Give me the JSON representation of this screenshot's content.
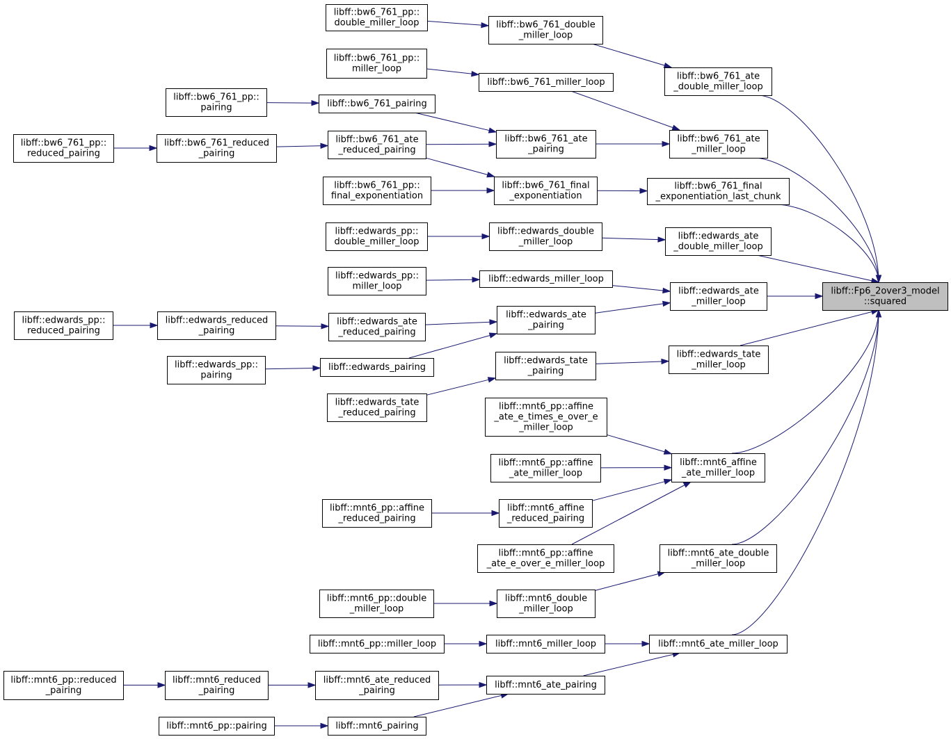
{
  "graph": {
    "title": "",
    "nodes": [
      {
        "id": "root",
        "lines": [
          "libff::Fp6_2over3_model",
          "::squared"
        ],
        "root": true
      },
      {
        "id": "bw_ate_dml",
        "lines": [
          "libff::bw6_761_ate",
          "_double_miller_loop"
        ]
      },
      {
        "id": "bw_ate_ml",
        "lines": [
          "libff::bw6_761_ate",
          "_miller_loop"
        ]
      },
      {
        "id": "bw_fe_last",
        "lines": [
          "libff::bw6_761_final",
          "_exponentiation_last_chunk"
        ]
      },
      {
        "id": "ed_ate_dml",
        "lines": [
          "libff::edwards_ate",
          "_double_miller_loop"
        ]
      },
      {
        "id": "ed_ate_ml",
        "lines": [
          "libff::edwards_ate",
          "_miller_loop"
        ]
      },
      {
        "id": "ed_tate_ml",
        "lines": [
          "libff::edwards_tate",
          "_miller_loop"
        ]
      },
      {
        "id": "mnt6_aff_ml",
        "lines": [
          "libff::mnt6_affine",
          "_ate_miller_loop"
        ]
      },
      {
        "id": "mnt6_ate_dml",
        "lines": [
          "libff::mnt6_ate_double",
          "_miller_loop"
        ]
      },
      {
        "id": "mnt6_ate_ml",
        "lines": [
          "libff::mnt6_ate_miller_loop"
        ]
      },
      {
        "id": "bw_dml",
        "lines": [
          "libff::bw6_761_double",
          "_miller_loop"
        ]
      },
      {
        "id": "bw_ml",
        "lines": [
          "libff::bw6_761_miller_loop"
        ]
      },
      {
        "id": "bw_ate_pair",
        "lines": [
          "libff::bw6_761_ate",
          "_pairing"
        ]
      },
      {
        "id": "bw_final_exp",
        "lines": [
          "libff::bw6_761_final",
          "_exponentiation"
        ]
      },
      {
        "id": "ed_dml",
        "lines": [
          "libff::edwards_double",
          "_miller_loop"
        ]
      },
      {
        "id": "ed_ml",
        "lines": [
          "libff::edwards_miller_loop"
        ]
      },
      {
        "id": "ed_ate_pair",
        "lines": [
          "libff::edwards_ate",
          "_pairing"
        ]
      },
      {
        "id": "ed_tate_pair",
        "lines": [
          "libff::edwards_tate",
          "_pairing"
        ]
      },
      {
        "id": "mnt6pp_aff_eteoe",
        "lines": [
          "libff::mnt6_pp::affine",
          "_ate_e_times_e_over_e",
          "_miller_loop"
        ]
      },
      {
        "id": "mnt6pp_aff_ml",
        "lines": [
          "libff::mnt6_pp::affine",
          "_ate_miller_loop"
        ]
      },
      {
        "id": "mnt6_aff_red",
        "lines": [
          "libff::mnt6_affine",
          "_reduced_pairing"
        ]
      },
      {
        "id": "mnt6pp_aff_eoe",
        "lines": [
          "libff::mnt6_pp::affine",
          "_ate_e_over_e_miller_loop"
        ]
      },
      {
        "id": "mnt6_dml",
        "lines": [
          "libff::mnt6_double",
          "_miller_loop"
        ]
      },
      {
        "id": "mnt6_ml",
        "lines": [
          "libff::mnt6_miller_loop"
        ]
      },
      {
        "id": "mnt6_ate_pair",
        "lines": [
          "libff::mnt6_ate_pairing"
        ]
      },
      {
        "id": "bwpp_dml",
        "lines": [
          "libff::bw6_761_pp::",
          "double_miller_loop"
        ]
      },
      {
        "id": "bwpp_ml",
        "lines": [
          "libff::bw6_761_pp::",
          "miller_loop"
        ]
      },
      {
        "id": "bw_pair",
        "lines": [
          "libff::bw6_761_pairing"
        ]
      },
      {
        "id": "bw_ate_red",
        "lines": [
          "libff::bw6_761_ate",
          "_reduced_pairing"
        ]
      },
      {
        "id": "bwpp_fe",
        "lines": [
          "libff::bw6_761_pp::",
          "final_exponentiation"
        ]
      },
      {
        "id": "edpp_dml",
        "lines": [
          "libff::edwards_pp::",
          "double_miller_loop"
        ]
      },
      {
        "id": "edpp_ml",
        "lines": [
          "libff::edwards_pp::",
          "miller_loop"
        ]
      },
      {
        "id": "ed_ate_red",
        "lines": [
          "libff::edwards_ate",
          "_reduced_pairing"
        ]
      },
      {
        "id": "ed_pair",
        "lines": [
          "libff::edwards_pairing"
        ]
      },
      {
        "id": "ed_tate_red",
        "lines": [
          "libff::edwards_tate",
          "_reduced_pairing"
        ]
      },
      {
        "id": "mnt6pp_aff_red",
        "lines": [
          "libff::mnt6_pp::affine",
          "_reduced_pairing"
        ]
      },
      {
        "id": "mnt6pp_dml",
        "lines": [
          "libff::mnt6_pp::double",
          "_miller_loop"
        ]
      },
      {
        "id": "mnt6pp_ml",
        "lines": [
          "libff::mnt6_pp::miller_loop"
        ]
      },
      {
        "id": "mnt6_ate_red",
        "lines": [
          "libff::mnt6_ate_reduced",
          "_pairing"
        ]
      },
      {
        "id": "mnt6_pair",
        "lines": [
          "libff::mnt6_pairing"
        ]
      },
      {
        "id": "bwpp_pair",
        "lines": [
          "libff::bw6_761_pp::",
          "pairing"
        ]
      },
      {
        "id": "bw_red",
        "lines": [
          "libff::bw6_761_reduced",
          "_pairing"
        ]
      },
      {
        "id": "ed_red",
        "lines": [
          "libff::edwards_reduced",
          "_pairing"
        ]
      },
      {
        "id": "edpp_pair",
        "lines": [
          "libff::edwards_pp::",
          "pairing"
        ]
      },
      {
        "id": "mnt6_red",
        "lines": [
          "libff::mnt6_reduced",
          "_pairing"
        ]
      },
      {
        "id": "mnt6pp_pair",
        "lines": [
          "libff::mnt6_pp::pairing"
        ]
      },
      {
        "id": "bwpp_red",
        "lines": [
          "libff::bw6_761_pp::",
          "reduced_pairing"
        ]
      },
      {
        "id": "edpp_red",
        "lines": [
          "libff::edwards_pp::",
          "reduced_pairing"
        ]
      },
      {
        "id": "mnt6pp_red",
        "lines": [
          "libff::mnt6_pp::reduced",
          "_pairing"
        ]
      }
    ],
    "edges": [
      {
        "from": "bw_ate_dml",
        "to": "root"
      },
      {
        "from": "bw_ate_ml",
        "to": "root"
      },
      {
        "from": "bw_fe_last",
        "to": "root"
      },
      {
        "from": "ed_ate_dml",
        "to": "root"
      },
      {
        "from": "ed_ate_ml",
        "to": "root"
      },
      {
        "from": "ed_tate_ml",
        "to": "root"
      },
      {
        "from": "mnt6_aff_ml",
        "to": "root"
      },
      {
        "from": "mnt6_ate_dml",
        "to": "root"
      },
      {
        "from": "mnt6_ate_ml",
        "to": "root"
      },
      {
        "from": "bw_dml",
        "to": "bw_ate_dml"
      },
      {
        "from": "bw_ml",
        "to": "bw_ate_ml"
      },
      {
        "from": "bw_ate_pair",
        "to": "bw_ate_ml"
      },
      {
        "from": "bw_final_exp",
        "to": "bw_fe_last"
      },
      {
        "from": "ed_dml",
        "to": "ed_ate_dml"
      },
      {
        "from": "ed_ml",
        "to": "ed_ate_ml"
      },
      {
        "from": "ed_ate_pair",
        "to": "ed_ate_ml"
      },
      {
        "from": "ed_tate_pair",
        "to": "ed_tate_ml"
      },
      {
        "from": "mnt6pp_aff_eteoe",
        "to": "mnt6_aff_ml"
      },
      {
        "from": "mnt6pp_aff_ml",
        "to": "mnt6_aff_ml"
      },
      {
        "from": "mnt6_aff_red",
        "to": "mnt6_aff_ml"
      },
      {
        "from": "mnt6pp_aff_eoe",
        "to": "mnt6_aff_ml"
      },
      {
        "from": "mnt6_dml",
        "to": "mnt6_ate_dml"
      },
      {
        "from": "mnt6_ml",
        "to": "mnt6_ate_ml"
      },
      {
        "from": "mnt6_ate_pair",
        "to": "mnt6_ate_ml"
      },
      {
        "from": "bwpp_dml",
        "to": "bw_dml"
      },
      {
        "from": "bwpp_ml",
        "to": "bw_ml"
      },
      {
        "from": "bw_pair",
        "to": "bw_ate_pair"
      },
      {
        "from": "bw_ate_red",
        "to": "bw_ate_pair"
      },
      {
        "from": "bw_ate_red",
        "to": "bw_final_exp"
      },
      {
        "from": "bwpp_fe",
        "to": "bw_final_exp"
      },
      {
        "from": "edpp_dml",
        "to": "ed_dml"
      },
      {
        "from": "edpp_ml",
        "to": "ed_ml"
      },
      {
        "from": "ed_ate_red",
        "to": "ed_ate_pair"
      },
      {
        "from": "ed_pair",
        "to": "ed_ate_pair"
      },
      {
        "from": "ed_tate_red",
        "to": "ed_tate_pair"
      },
      {
        "from": "mnt6pp_aff_red",
        "to": "mnt6_aff_red"
      },
      {
        "from": "mnt6pp_dml",
        "to": "mnt6_dml"
      },
      {
        "from": "mnt6pp_ml",
        "to": "mnt6_ml"
      },
      {
        "from": "mnt6_ate_red",
        "to": "mnt6_ate_pair"
      },
      {
        "from": "mnt6_pair",
        "to": "mnt6_ate_pair"
      },
      {
        "from": "bwpp_pair",
        "to": "bw_pair"
      },
      {
        "from": "bw_red",
        "to": "bw_ate_red"
      },
      {
        "from": "ed_red",
        "to": "ed_ate_red"
      },
      {
        "from": "edpp_pair",
        "to": "ed_pair"
      },
      {
        "from": "mnt6_red",
        "to": "mnt6_ate_red"
      },
      {
        "from": "mnt6pp_pair",
        "to": "mnt6_pair"
      },
      {
        "from": "bwpp_red",
        "to": "bw_red"
      },
      {
        "from": "edpp_red",
        "to": "ed_red"
      },
      {
        "from": "mnt6pp_red",
        "to": "mnt6_red"
      }
    ],
    "colors": {
      "edge": "#191970",
      "node_fill": "#ffffff",
      "root_fill": "#bfbfbf",
      "border": "#000000"
    }
  }
}
